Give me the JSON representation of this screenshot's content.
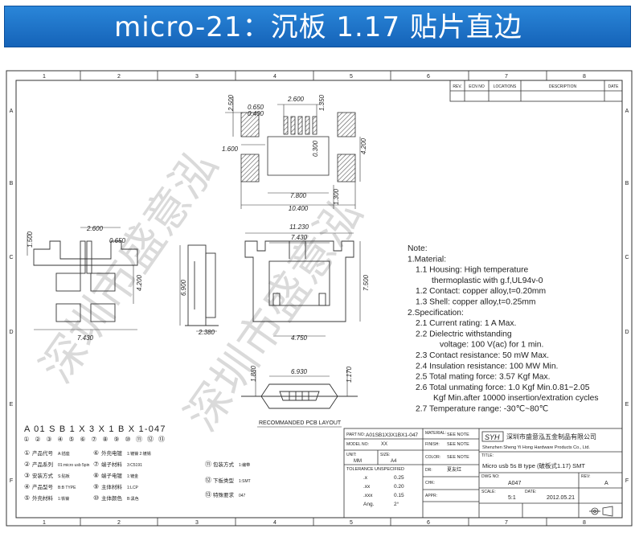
{
  "banner": {
    "title": "micro-21：沉板 1.17 贴片直边"
  },
  "frame": {
    "top_numbers": [
      "1",
      "2",
      "3",
      "4",
      "5",
      "6",
      "7",
      "8"
    ],
    "side_letters": [
      "A",
      "B",
      "C",
      "D",
      "E",
      "F"
    ]
  },
  "revision": {
    "headers": [
      "REV.",
      "ECN NO",
      "LOCATIONS",
      "DESCRIPTION",
      "DATE"
    ]
  },
  "top_view": {
    "dims": [
      "2.500",
      "0.650",
      "0.400",
      "2.600",
      "1.350",
      "1.600",
      "0.300",
      "4.200",
      "7.800",
      "10.400",
      "1.300"
    ]
  },
  "pcb_view": {
    "dims": [
      "1.500",
      "2.600",
      "0.650",
      "4.200",
      "7.430"
    ]
  },
  "side_view": {
    "dims": [
      "6.900",
      "2.380"
    ]
  },
  "front_view": {
    "dims": [
      "11.230",
      "7.430",
      "7.500",
      "4.750"
    ]
  },
  "bottom_view": {
    "dims": [
      "1.880",
      "6.930",
      "1.170"
    ],
    "caption": "RECOMMANDED PCB LAYOUT"
  },
  "notes": {
    "lines": [
      "Note:",
      "1.Material:",
      "1.1  Housing: High temperature",
      "thermoplastic with g.f,UL94v-0",
      "1.2  Contact: copper alloy,t=0.20mm",
      "1.3  Shell: copper alloy,t=0.25mm",
      "2.Specification:",
      "2.1  Current rating: 1 A Max.",
      "2.2  Dielectric withstanding",
      "voltage: 100 V(ac) for 1 min.",
      "2.3  Contact resistance: 50 mW Max.",
      "2.4  Insulation resistance: 100 MW Min.",
      "2.5  Total mating force: 3.57 Kgf Max.",
      "2.6  Total unmating force: 1.0 Kgf Min.0.81~2.05",
      "Kgf Min.after 10000 insertion/extration cycles",
      "2.7  Temperature range: -30℃~80℃"
    ]
  },
  "part_code": {
    "code": "A 01 S B 1 X 3 X 1 B X 1-047",
    "items": [
      {
        "num": "①",
        "label": "产品代号",
        "val": "A:插座"
      },
      {
        "num": "②",
        "label": "产品系列",
        "val": "01:micro usb 5pin"
      },
      {
        "num": "③",
        "label": "安装方式",
        "val": "S:贴板"
      },
      {
        "num": "④",
        "label": "产品型号",
        "val": "B:B TYPE"
      },
      {
        "num": "⑤",
        "label": "外壳材料",
        "val": "1:铁镍"
      },
      {
        "num": "⑥",
        "label": "外壳电镀",
        "val": "1:镀镍 2:镀锡"
      },
      {
        "num": "⑦",
        "label": "端子材料",
        "val": "3:C5191"
      },
      {
        "num": "⑧",
        "label": "端子电镀",
        "val": "1:镀金"
      },
      {
        "num": "⑨",
        "label": "主体材料",
        "val": "1:LCP"
      },
      {
        "num": "⑩",
        "label": "主体颜色",
        "val": "B:黑色"
      },
      {
        "num": "⑪",
        "label": "包装方式",
        "val": "1:编带"
      },
      {
        "num": "⑫",
        "label": "下板类型",
        "val": "1:SMT"
      },
      {
        "num": "⑬",
        "label": "特殊要求",
        "val": "047"
      }
    ]
  },
  "title_block": {
    "part_no_label": "PART NO:",
    "part_no": "A01SB1X3X1BX1-047",
    "material_label": "MATERIAL:",
    "material": "SEE NOTE",
    "model_label": "MODEL NO:",
    "model": "XX",
    "finish_label": "FINISH:",
    "finish": "SEE NOTE",
    "company_logo": "SYH",
    "company_cn": "深圳市盛意泓五金制品有限公司",
    "company_en": "Shenzhen Sheng Yi Hong Hardware Products Co., Ltd.",
    "unit_label": "UNIT:",
    "unit": "MM",
    "size_label": "SIZE:",
    "size": "A4",
    "color_label": "COLOR:",
    "color": "SEE NOTE",
    "title_label": "TITLE:",
    "title": "Micro usb 5s B type (破板式1.17)  SMT",
    "tolerance_label": "TOLERANCE UNSPECIFIED",
    "tolerances": [
      {
        "k": ".x",
        "v": "0.25"
      },
      {
        "k": ".xx",
        "v": "0.20"
      },
      {
        "k": ".xxx",
        "v": "0.15"
      },
      {
        "k": "Ang.",
        "v": "2°"
      }
    ],
    "dr_label": "DR:",
    "dr": "夏友红",
    "chk_label": "CHK:",
    "appr_label": "APPR:",
    "dwg_label": "DWG NO:",
    "dwg": "A047",
    "rev_label": "REV:",
    "rev": "A",
    "scale_label": "SCALE:",
    "scale": "5:1",
    "date_label": "DATE:",
    "date": "2012.05.21"
  },
  "watermark": {
    "text": "深圳市盛意泓"
  }
}
